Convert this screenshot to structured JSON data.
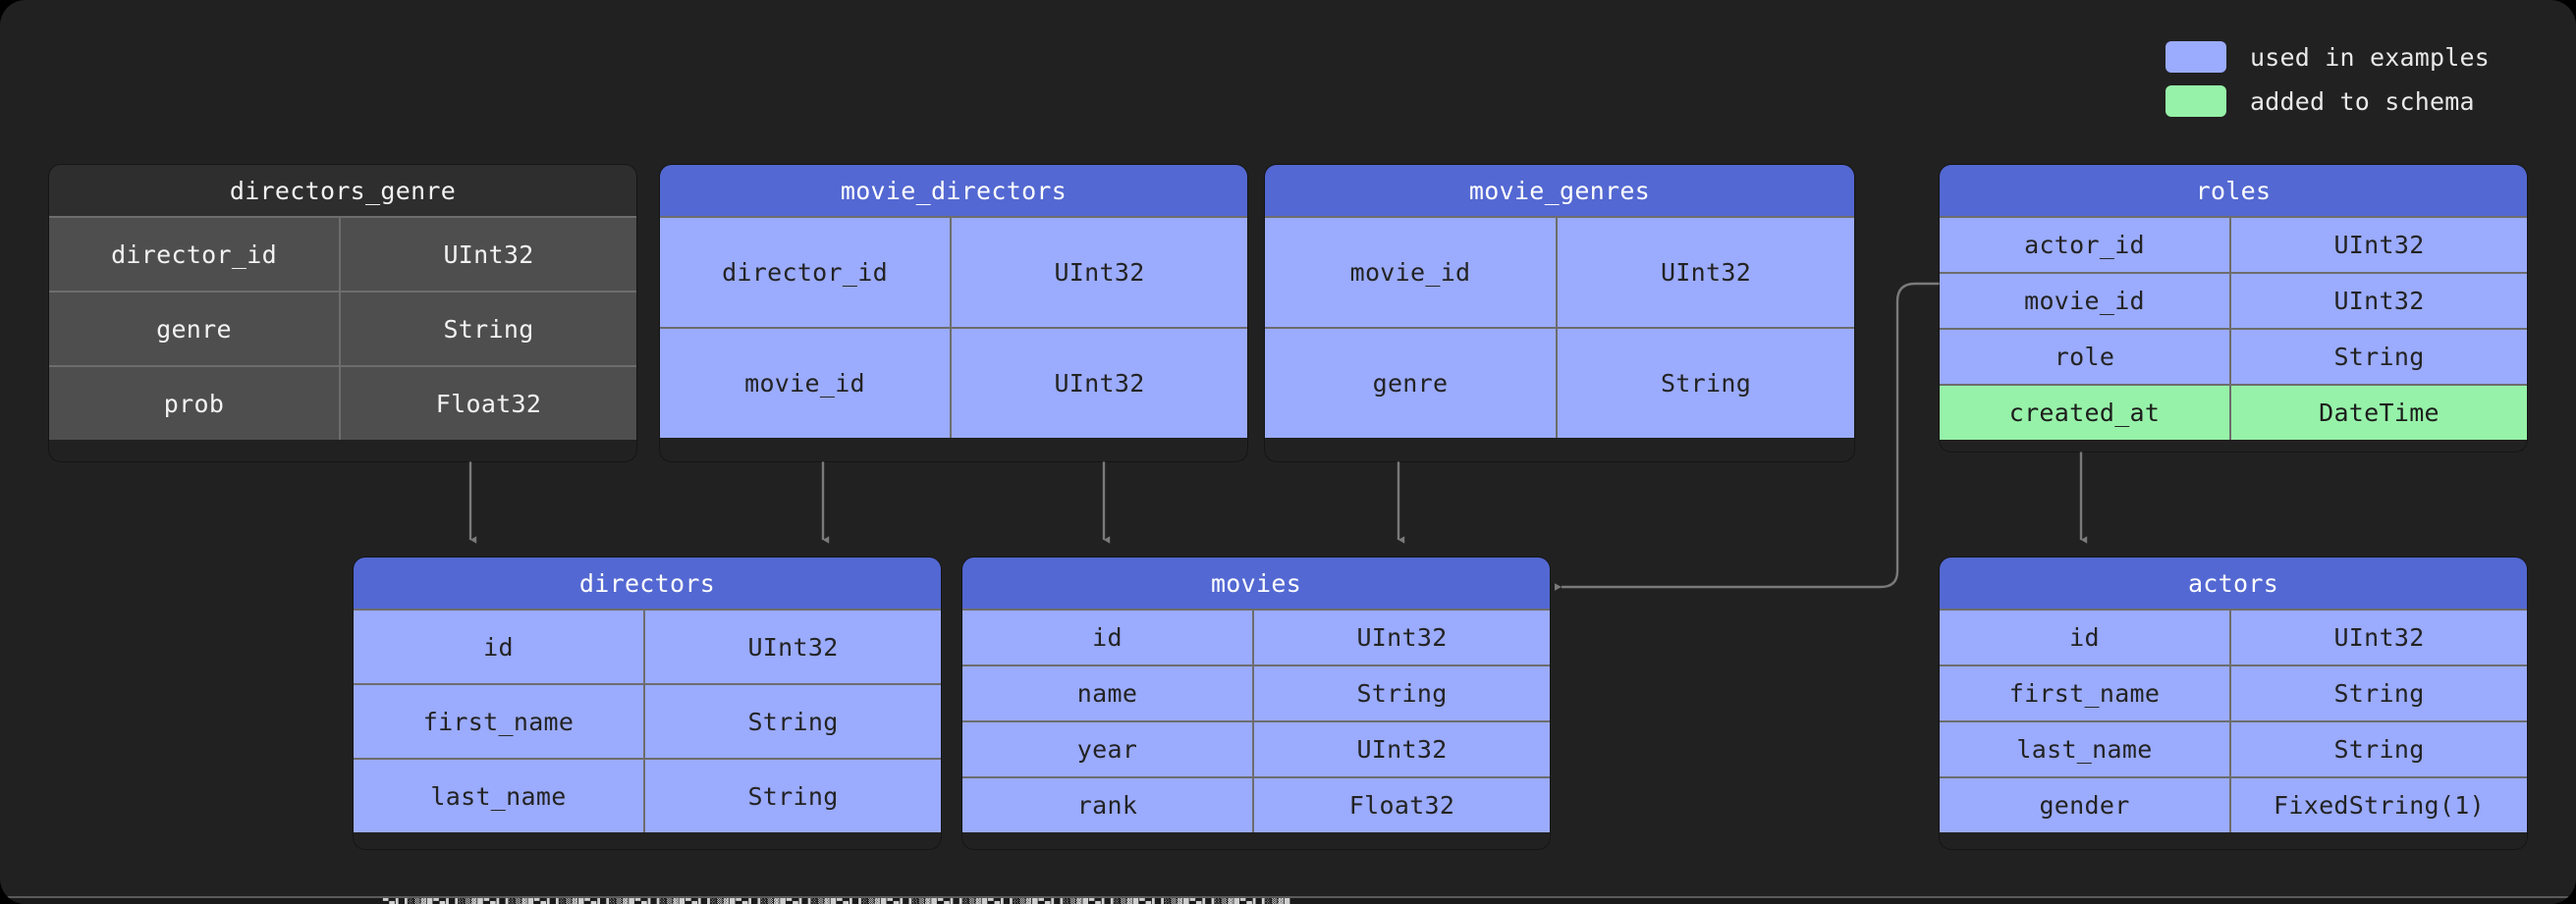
{
  "legend": {
    "items": [
      {
        "label": "used in examples",
        "color": "#9babfd"
      },
      {
        "label": "added to schema",
        "color": "#96f2a8"
      }
    ]
  },
  "colors": {
    "background": "#212121",
    "header_blue": "#5368d2",
    "body_blue": "#9babfd",
    "header_grey": "#2e2e2e",
    "body_grey": "#4e4e4e",
    "added_green": "#96f2a8",
    "edge_stroke": "#7a7a7a",
    "border": "#6d6d6d"
  },
  "tables": [
    {
      "id": "directors_genre",
      "name": "directors_genre",
      "theme": "grey",
      "columns": [
        {
          "name": "director_id",
          "type": "UInt32",
          "state": "normal"
        },
        {
          "name": "genre",
          "type": "String",
          "state": "normal"
        },
        {
          "name": "prob",
          "type": "Float32",
          "state": "normal"
        }
      ]
    },
    {
      "id": "movie_directors",
      "name": "movie_directors",
      "theme": "blue",
      "columns": [
        {
          "name": "director_id",
          "type": "UInt32",
          "state": "normal"
        },
        {
          "name": "movie_id",
          "type": "UInt32",
          "state": "normal"
        }
      ]
    },
    {
      "id": "movie_genres",
      "name": "movie_genres",
      "theme": "blue",
      "columns": [
        {
          "name": "movie_id",
          "type": "UInt32",
          "state": "normal"
        },
        {
          "name": "genre",
          "type": "String",
          "state": "normal"
        }
      ]
    },
    {
      "id": "roles",
      "name": "roles",
      "theme": "blue",
      "columns": [
        {
          "name": "actor_id",
          "type": "UInt32",
          "state": "normal"
        },
        {
          "name": "movie_id",
          "type": "UInt32",
          "state": "normal"
        },
        {
          "name": "role",
          "type": "String",
          "state": "normal"
        },
        {
          "name": "created_at",
          "type": "DateTime",
          "state": "added"
        }
      ]
    },
    {
      "id": "directors",
      "name": "directors",
      "theme": "blue",
      "columns": [
        {
          "name": "id",
          "type": "UInt32",
          "state": "normal"
        },
        {
          "name": "first_name",
          "type": "String",
          "state": "normal"
        },
        {
          "name": "last_name",
          "type": "String",
          "state": "normal"
        }
      ]
    },
    {
      "id": "movies",
      "name": "movies",
      "theme": "blue",
      "columns": [
        {
          "name": "id",
          "type": "UInt32",
          "state": "normal"
        },
        {
          "name": "name",
          "type": "String",
          "state": "normal"
        },
        {
          "name": "year",
          "type": "UInt32",
          "state": "normal"
        },
        {
          "name": "rank",
          "type": "Float32",
          "state": "normal"
        }
      ]
    },
    {
      "id": "actors",
      "name": "actors",
      "theme": "blue",
      "columns": [
        {
          "name": "id",
          "type": "UInt32",
          "state": "normal"
        },
        {
          "name": "first_name",
          "type": "String",
          "state": "normal"
        },
        {
          "name": "last_name",
          "type": "String",
          "state": "normal"
        },
        {
          "name": "gender",
          "type": "FixedString(1)",
          "state": "normal"
        }
      ]
    }
  ],
  "relations": [
    {
      "from": "directors_genre",
      "to": "directors"
    },
    {
      "from": "movie_directors",
      "to": "directors"
    },
    {
      "from": "movie_directors",
      "to": "movies"
    },
    {
      "from": "movie_genres",
      "to": "movies"
    },
    {
      "from": "roles",
      "to": "movies"
    },
    {
      "from": "roles",
      "to": "actors"
    }
  ]
}
